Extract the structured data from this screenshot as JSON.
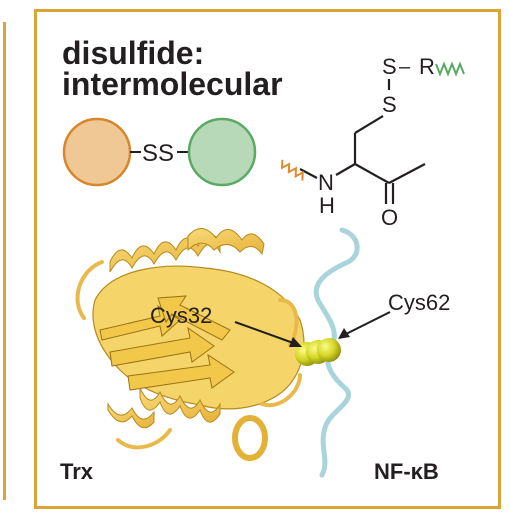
{
  "title": {
    "line1": "disulfide:",
    "line2": "intermolecular"
  },
  "schematic": {
    "bond_label": "SS",
    "left_domain_color": "#f0c896",
    "left_domain_stroke": "#d8862e",
    "right_domain_color": "#b8d9b8",
    "right_domain_stroke": "#5aaa64"
  },
  "chemical_structure": {
    "sulfur_top": "S",
    "sulfur_bottom": "S",
    "r_group": "R",
    "nitrogen": "N",
    "hydrogen": "H",
    "oxygen": "O",
    "dash": "–"
  },
  "protein": {
    "residue_label_1": "Cys32",
    "residue_label_2": "Cys62",
    "left_protein_label": "Trx",
    "right_protein_label": "NF-κB",
    "ribbon_color": "#f2c84b",
    "peptide_color": "#a9d4dc",
    "sulfur_atom_color": "#d6d624"
  },
  "colors": {
    "frame": "#d8a536",
    "squiggle_orange": "#e08a2c",
    "squiggle_green": "#5aaa64"
  }
}
